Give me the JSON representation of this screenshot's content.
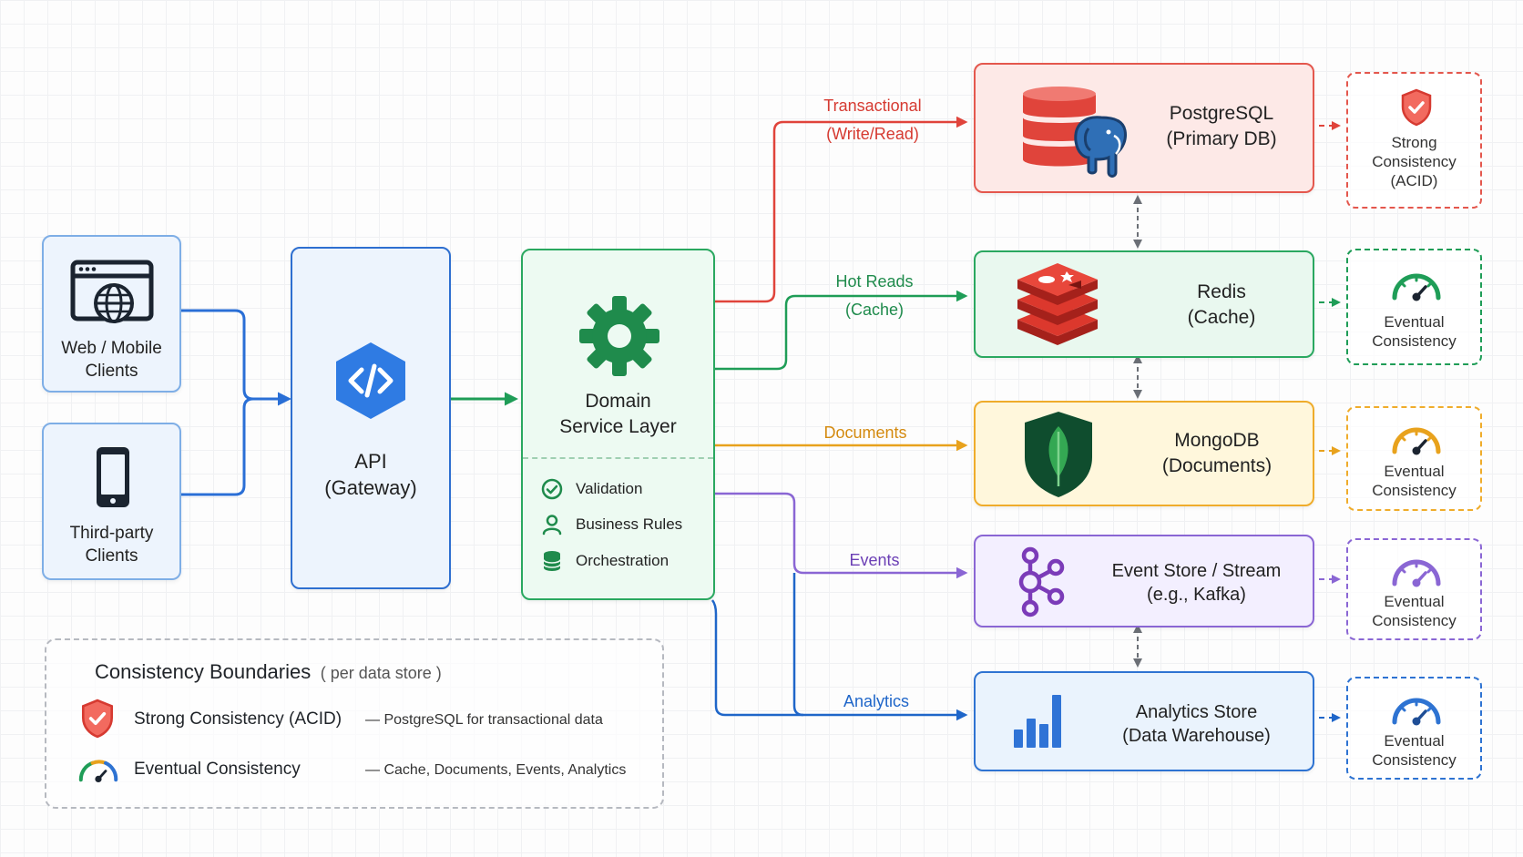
{
  "clients": [
    {
      "label_line1": "Web / Mobile",
      "label_line2": "Clients"
    },
    {
      "label_line1": "Third-party",
      "label_line2": "Clients"
    }
  ],
  "api": {
    "line1": "API",
    "line2": "(Gateway)"
  },
  "domain": {
    "line1": "Domain",
    "line2": "Service Layer",
    "features": [
      "Validation",
      "Business Rules",
      "Orchestration"
    ]
  },
  "stores": [
    {
      "line1": "PostgreSQL",
      "line2": "(Primary DB)",
      "edge_line1": "Transactional",
      "edge_line2": "(Write/Read)",
      "color": "#e0443b"
    },
    {
      "line1": "Redis",
      "line2": "(Cache)",
      "edge_line1": "Hot Reads",
      "edge_line2": "(Cache)",
      "color": "#1f9d57"
    },
    {
      "line1": "MongoDB",
      "line2": "(Documents)",
      "edge_line1": "Documents",
      "edge_line2": "",
      "color": "#e8a21d"
    },
    {
      "line1": "Event Store / Stream",
      "line2": "(e.g., Kafka)",
      "edge_line1": "Events",
      "edge_line2": "",
      "color": "#6b3fb5"
    },
    {
      "line1": "Analytics Store",
      "line2": "(Data Warehouse)",
      "edge_line1": "Analytics",
      "edge_line2": "",
      "color": "#1f66c9"
    }
  ],
  "consistency": [
    {
      "line1": "Strong",
      "line2": "Consistency",
      "line3": "(ACID)"
    },
    {
      "line1": "Eventual",
      "line2": "Consistency"
    },
    {
      "line1": "Eventual",
      "line2": "Consistency"
    },
    {
      "line1": "Eventual",
      "line2": "Consistency"
    },
    {
      "line1": "Eventual",
      "line2": "Consistency"
    }
  ],
  "legend": {
    "title": "Consistency Boundaries",
    "subtitle": "( per data store )",
    "items": [
      {
        "label": "Strong Consistency (ACID)",
        "desc": "— PostgreSQL for transactional data"
      },
      {
        "label": "Eventual Consistency",
        "desc": "— Cache, Documents, Events, Analytics"
      }
    ]
  },
  "colors": {
    "client_edge": "#2a6fd6",
    "api_edge": "#1f9d57",
    "pg": "#e0443b",
    "redis": "#1f9d57",
    "mongo": "#e8a21d",
    "event": "#6b3fb5",
    "analytics": "#1f66c9",
    "sync_arrow": "#6b6f76"
  },
  "icons": [
    "browser-globe-icon",
    "mobile-phone-icon",
    "code-hexagon-icon",
    "gear-icon",
    "check-circle-icon",
    "user-icon",
    "database-icon",
    "postgres-elephant-icon",
    "redis-stack-icon",
    "mongodb-leaf-icon",
    "kafka-nodes-icon",
    "bar-chart-icon",
    "shield-check-icon",
    "gauge-icon"
  ]
}
